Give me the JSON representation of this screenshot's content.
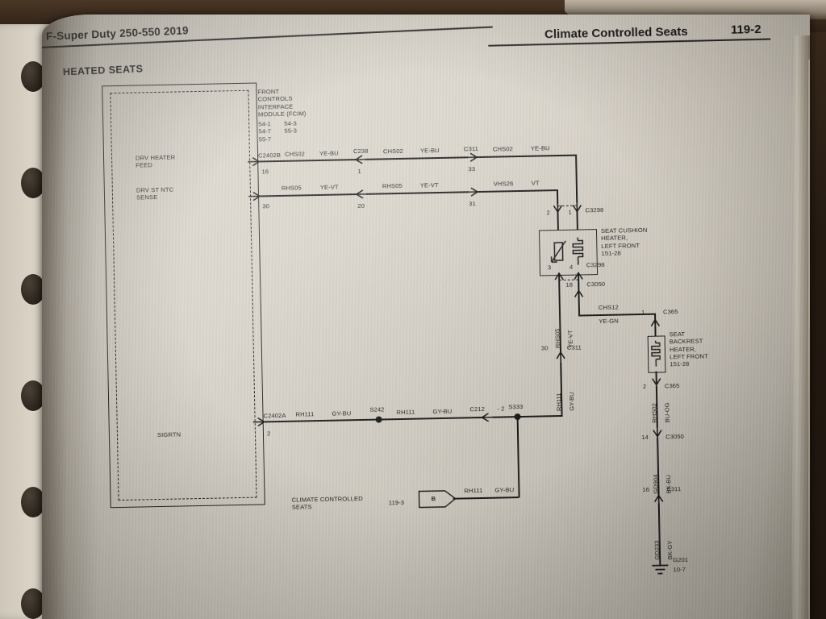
{
  "document": {
    "header_left": "F-Super Duty 250-550 2019",
    "header_right": "Climate Controlled Seats",
    "page_number": "119-2",
    "section_title": "HEATED SEATS"
  },
  "module": {
    "name_lines": "FRONT\nCONTROLS\nINTERFACE\nMODULE (FCIM)",
    "refs_col1": "54-1\n54-7\n55-7",
    "refs_col2": "54-3\n55-3",
    "pins": [
      {
        "signal": "DRV HEATER\nFEED",
        "connector": "C2402B",
        "pin": "16"
      },
      {
        "signal": "DRV ST NTC\nSENSE",
        "connector": "",
        "pin": "30"
      },
      {
        "signal": "SIGRTN",
        "connector": "C2402A",
        "pin": "2"
      }
    ]
  },
  "circuits": {
    "heater_feed": {
      "seg1_circuit": "CHS02",
      "seg1_color": "YE-BU",
      "conn1": "C238",
      "conn1_pin": "1",
      "seg2_circuit": "CHS02",
      "seg2_color": "YE-BU",
      "conn2": "C311",
      "conn2_pin": "33",
      "seg3_circuit": "CHS02",
      "seg3_color": "YE-BU"
    },
    "ntc_sense": {
      "seg1_circuit": "RHS05",
      "seg1_color": "YE-VT",
      "conn1": "C238",
      "conn1_pin": "20",
      "seg2_circuit": "RHS05",
      "seg2_color": "YE-VT",
      "conn2": "C311",
      "conn2_pin": "31",
      "seg3_circuit": "VHS26",
      "seg3_color": "VT"
    },
    "sigrtn": {
      "seg1_circuit": "RH111",
      "seg1_color": "GY-BU",
      "splice1": "S242",
      "seg2_circuit": "RH111",
      "seg2_color": "GY-BU",
      "conn": "C212",
      "conn_pin": "- 2",
      "splice2": "S333",
      "seg3_circuit": "RH111",
      "seg3_color": "GY-BU"
    },
    "vertical_left": {
      "upper_circuit": "RHS05",
      "upper_color": "YE-VT",
      "conn": "C311",
      "conn_pin": "30",
      "lower_circuit": "RH111",
      "lower_color": "GY-BU"
    },
    "vertical_right": {
      "circuit": "RHS05",
      "color": "YE-VT"
    },
    "backrest_feed": {
      "conn_in": "C3050",
      "conn_in_pin": "18",
      "circuit": "CHS12",
      "color": "YE-GN",
      "conn_out": "C365",
      "conn_out_pin": "1"
    },
    "backrest_return": {
      "conn": "C365",
      "conn_pin": "2",
      "circuit": "RHS02",
      "color": "BU-OG",
      "conn2": "C3050",
      "conn2_pin": "14",
      "circuit2": "GD904",
      "color2": "BK-BU",
      "conn3": "C311",
      "conn3_pin": "16",
      "circuit3": "GD233",
      "color3": "BK-GY",
      "ground": "G201",
      "ground_ref": "10-7"
    }
  },
  "components": {
    "cushion_heater": {
      "label": "SEAT CUSHION\nHEATER,\nLEFT FRONT\n151-28",
      "connector_top": "C3298",
      "pins_top": [
        "2",
        "1"
      ],
      "connector_bottom": "C3298",
      "pins_bottom": [
        "3",
        "4"
      ]
    },
    "backrest_heater": {
      "label": "SEAT\nBACKREST\nHEATER,\nLEFT FRONT\n151-28",
      "connector_top": "C365",
      "pin_top": "1",
      "connector_bottom": "C365",
      "pin_bottom": "2"
    }
  },
  "cross_reference": {
    "label": "CLIMATE CONTROLLED\nSEATS",
    "page_ref": "119-3",
    "tag": "B",
    "circuit": "RH111",
    "color": "GY-BU"
  },
  "colors": {
    "ink": "#1b1b1b",
    "paper": "#d6d1c7",
    "desk": "#2b2016"
  }
}
